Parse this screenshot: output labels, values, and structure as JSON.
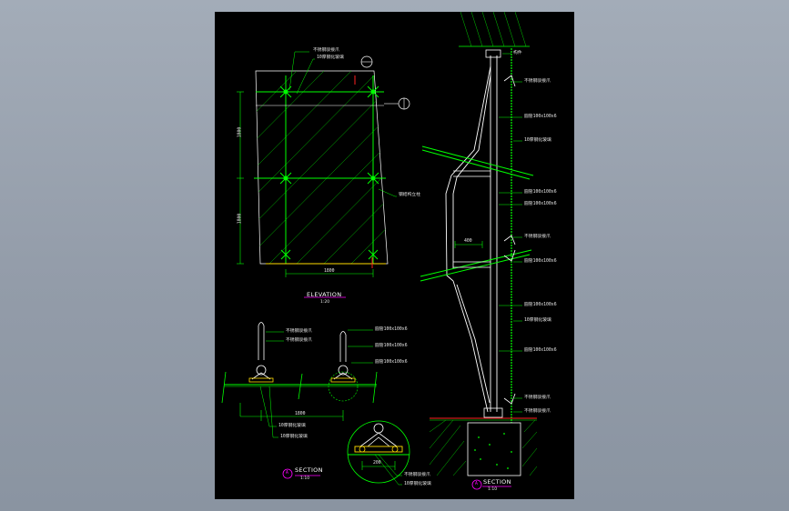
{
  "sheet": {
    "background": "#000000",
    "outline": "#ffffff",
    "green": "#00ff00",
    "leader": "#ff00ff",
    "hatch": "#00ff00"
  },
  "titles": {
    "elevation": "ELEVATION",
    "elevation_scale": "1:20",
    "section_a": "SECTION",
    "section_a_scale": "1:10",
    "section_b": "SECTION",
    "section_b_scale": "1:10"
  },
  "labels": {
    "el_top1": "不锈钢驳接爪",
    "el_top2": "10厚钢化玻璃",
    "el_right": "钢结构立柱",
    "rs_1": "不锈钢驳接爪",
    "rs_2": "圆管100x100x6",
    "rs_3": "10厚钢化玻璃",
    "rs_4": "圆管100x100x6",
    "rs_5": "圆管100x100x6",
    "rs_6": "不锈钢驳接爪",
    "rs_7": "圆管100x100x6",
    "rs_8": "10厚钢化玻璃",
    "rs_9": "圆管100x100x6",
    "rs_10": "不锈钢驳接爪",
    "rs_11": "不锈钢驳接爪",
    "rs_top": "构件",
    "ls_1": "不锈钢驳接爪",
    "ls_2": "不锈钢驳接爪",
    "ls_3": "圆管100x100x6",
    "ls_4": "圆管100x100x6",
    "ls_5": "圆管100x100x6",
    "ls_6": "10厚钢化玻璃",
    "ls_7": "10厚钢化玻璃",
    "det_1": "不锈钢驳接爪",
    "det_2": "10厚钢化玻璃"
  },
  "dims": {
    "el_h1": "1800",
    "el_h2": "1800",
    "el_w": "1800",
    "sec_w": "1800",
    "det_w": "200",
    "rs_off": "400"
  },
  "markers": {
    "a": "A",
    "b": "A"
  }
}
